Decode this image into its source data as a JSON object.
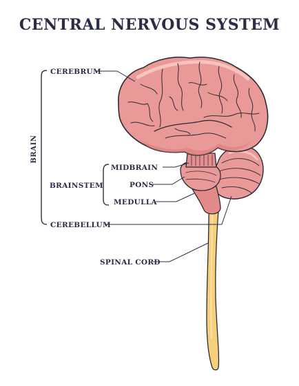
{
  "title": "CENTRAL NERVOUS SYSTEM",
  "labels": {
    "cerebrum": "CEREBRUM",
    "brain": "BRAIN",
    "midbrain": "MIDBRAIN",
    "brainstem": "BRAINSTEM",
    "pons": "PONS",
    "medulla": "MEDULLA",
    "cerebellum": "CEREBELLUM",
    "spinal_cord": "SPINAL CORD"
  },
  "colors": {
    "brain_fill": "#e99a98",
    "brain_shadow": "#d9787a",
    "brain_highlight": "#f6c3bf",
    "spinal_cord": "#f6cf7c",
    "outline": "#2c2b33",
    "text": "#2a2d44"
  }
}
